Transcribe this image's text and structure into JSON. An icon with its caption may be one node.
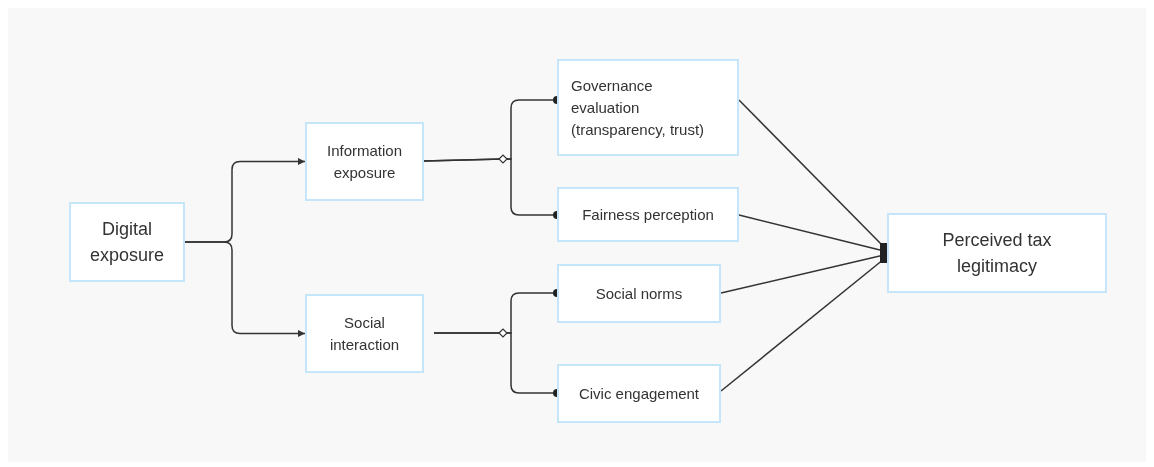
{
  "diagram": {
    "nodes": [
      {
        "text": [
          "Digital exposure"
        ]
      },
      {
        "text": [
          "Information exposure"
        ]
      },
      {
        "text": [
          "Social interaction"
        ]
      },
      {
        "text": [
          "Governance evaluation (transparency, trust)"
        ]
      },
      {
        "text": [
          "Fairness perception"
        ]
      },
      {
        "text": [
          "Social norms"
        ]
      },
      {
        "text": [
          "Civic engagement"
        ]
      },
      {
        "text": [
          "Perceived tax legitimacy"
        ]
      }
    ],
    "edges": [
      {
        "from": 0,
        "to": 1,
        "arrow": "to"
      },
      {
        "from": 0,
        "to": 2,
        "arrow": "to"
      },
      {
        "from": 1,
        "to": 3,
        "arrow": "other"
      },
      {
        "from": 1,
        "to": 4,
        "arrow": "other"
      },
      {
        "from": 2,
        "to": 5,
        "arrow": "other"
      },
      {
        "from": 2,
        "to": 6,
        "arrow": "other"
      },
      {
        "from": 3,
        "to": 7,
        "arrow": "other"
      },
      {
        "from": 4,
        "to": 7,
        "arrow": "other"
      },
      {
        "from": 5,
        "to": 7,
        "arrow": "other"
      },
      {
        "from": 6,
        "to": 7,
        "arrow": "other"
      }
    ]
  }
}
